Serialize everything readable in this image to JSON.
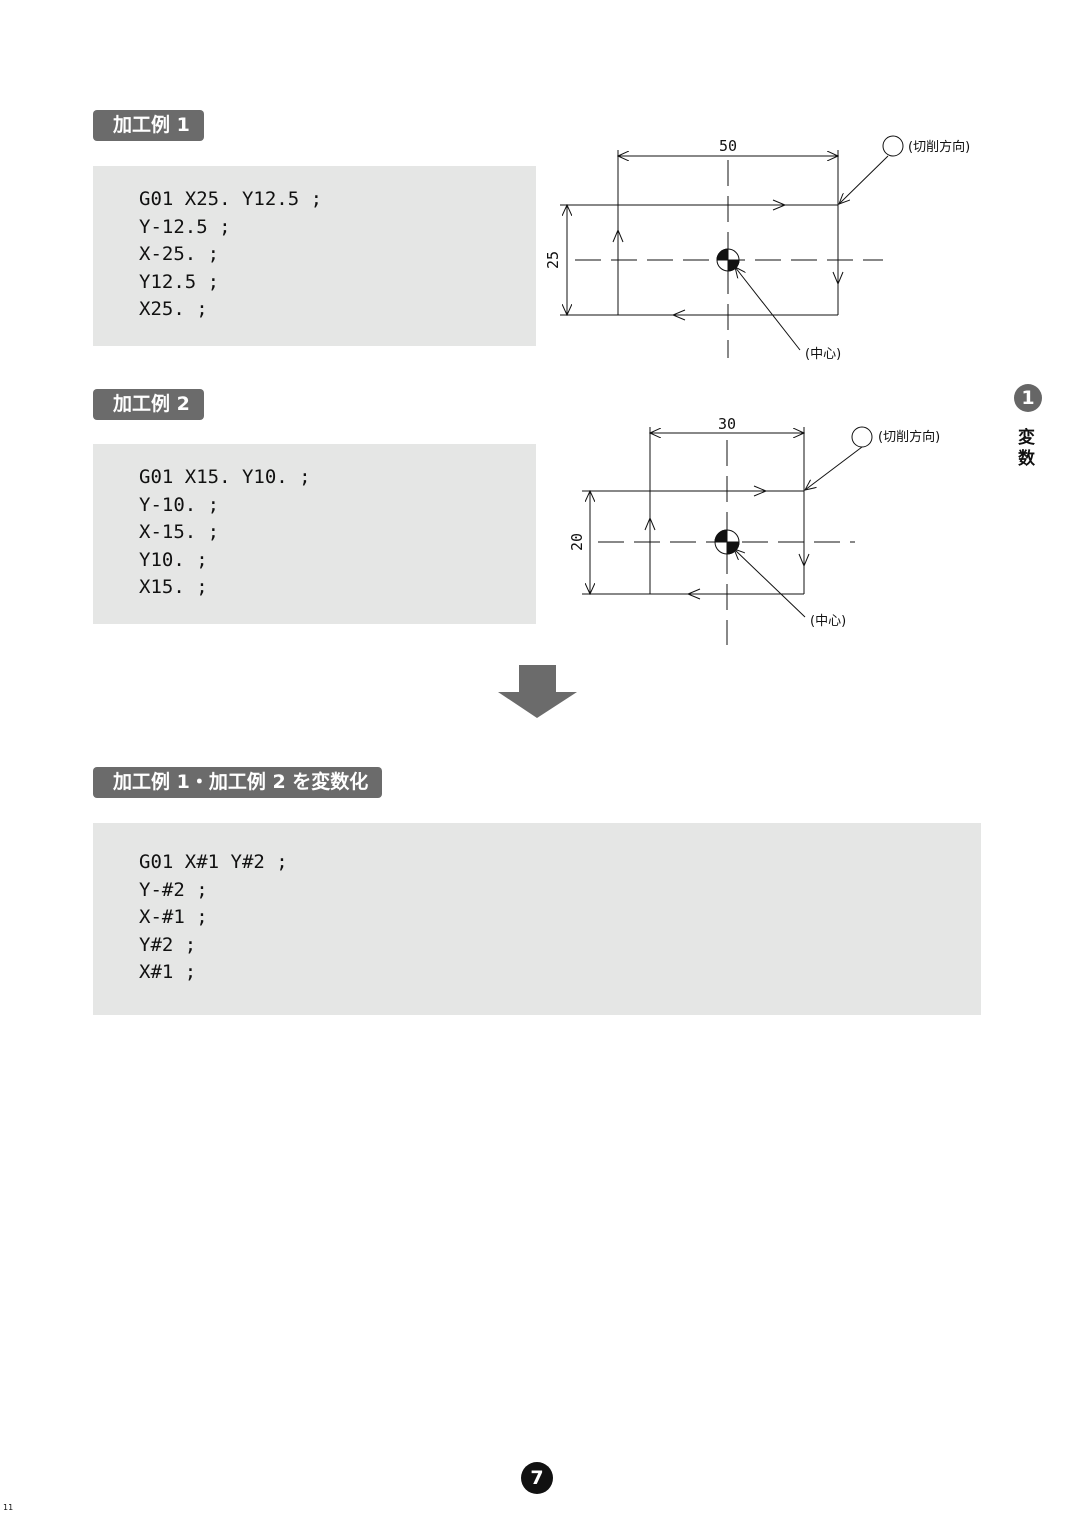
{
  "example1": {
    "label": "加工例 1",
    "code": "G01 X25. Y12.5 ;\nY-12.5 ;\nX-25. ;\nY12.5 ;\nX25. ;",
    "diagram": {
      "width": "50",
      "height": "25",
      "direction": "(切削方向)",
      "center": "(中心)"
    }
  },
  "example2": {
    "label": "加工例 2",
    "code": "G01 X15. Y10. ;\nY-10. ;\nX-15. ;\nY10. ;\nX15. ;",
    "diagram": {
      "width": "30",
      "height": "20",
      "direction": "(切削方向)",
      "center": "(中心)"
    }
  },
  "variable": {
    "label": "加工例 1・加工例 2 を変数化",
    "code": "G01 X#1 Y#2 ;\nY-#2 ;\nX-#1 ;\nY#2 ;\nX#1 ;"
  },
  "side_tab": {
    "number": "1",
    "title": "変\n数"
  },
  "page_number": "7",
  "corner_mark": "11"
}
